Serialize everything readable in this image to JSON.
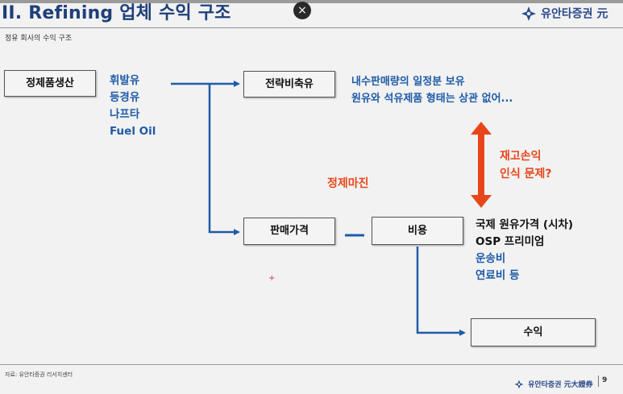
{
  "header": {
    "title": "II. Refining 업체 수익 구조",
    "subtitle": "정유 회사의 수익 구조",
    "brand": "유안타증권 元",
    "close_symbol": "×"
  },
  "flow": {
    "product_box": "정제품생산",
    "products": [
      "휘발유",
      "등경유",
      "나프타",
      "Fuel Oil"
    ],
    "reserve_box": "전략비축유",
    "reserve_notes": [
      "내수판매량의 일정분  보유",
      "원유와 석유제품 형태는 상관 없어..."
    ],
    "inventory_note": [
      "재고손익",
      "인식 문제?"
    ],
    "margin_label": "정제마진",
    "price_box": "판매가격",
    "cost_box": "비용",
    "cost_items": [
      "국제 원유가격 (시차)",
      "OSP 프리미엄",
      "운송비",
      "연료비 등"
    ],
    "profit_box": "수익"
  },
  "footer": {
    "source": "자료: 유안타증권 리서치센터",
    "brand": "유안타증권 元大證券",
    "page": "9"
  },
  "marker": "+",
  "colors": {
    "flow_arrow": "#1f5ba8",
    "inventory_arrow": "#e8461a",
    "title": "#1f3f7a"
  }
}
